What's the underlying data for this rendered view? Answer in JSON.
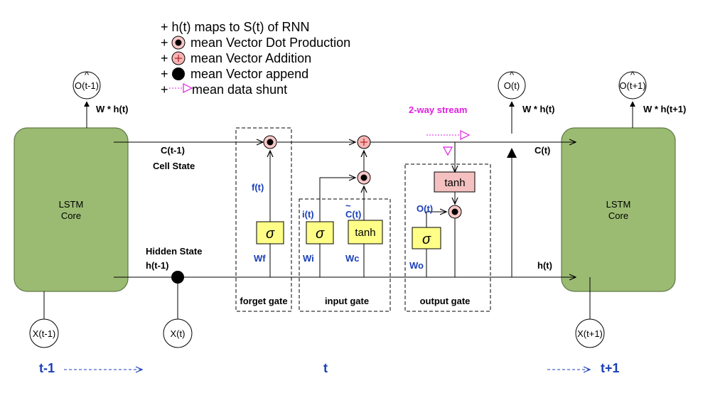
{
  "legend": {
    "line1": "+ h(t)  maps to S(t) of RNN",
    "line2_prefix": "+",
    "line2_text": "mean Vector Dot Production",
    "line3_prefix": "+",
    "line3_text": "mean Vector Addition",
    "line4_prefix": "+",
    "line4_text": "mean Vector append",
    "line5_prefix": "+",
    "line5_text": "mean data shunt"
  },
  "cores": {
    "left_label_1": "LSTM",
    "left_label_2": "Core",
    "right_label_1": "LSTM",
    "right_label_2": "Core"
  },
  "outputs": {
    "o_prev": "O(t-1)",
    "o_cur": "O(t)",
    "o_next": "O(t+1)",
    "w_prev": "W * h(t)",
    "w_cur": "W * h(t)",
    "w_next": "W * h(t+1)"
  },
  "inputs": {
    "x_prev": "X(t-1)",
    "x_cur": "X(t)",
    "x_next": "X(t+1)"
  },
  "states": {
    "c_prev": "C(t-1)",
    "cell_state": "Cell State",
    "hidden_state": "Hidden State",
    "h_prev": "h(t-1)",
    "c_cur": "C(t)",
    "h_cur": "h(t)",
    "two_way": "2-way stream"
  },
  "gates": {
    "forget_caption": "forget gate",
    "input_caption": "input gate",
    "output_caption": "output  gate",
    "sigma": "σ",
    "tanh": "tanh",
    "ft": "f(t)",
    "it": "i(t)",
    "ct": "C(t)",
    "ct_tilde": "~",
    "ot": "O(t)",
    "wf": "Wf",
    "wi": "Wi",
    "wc": "Wc",
    "wo": "Wo"
  },
  "timeline": {
    "t_prev": "t-1",
    "t_cur": "t",
    "t_next": "t+1"
  },
  "colors": {
    "core_fill": "#9bbb73",
    "core_stroke": "#5f7a45",
    "gate_fill": "#ffff88",
    "tanh_fill": "#f4c0c0",
    "add_fill": "#f8b4b4",
    "blue": "#1a3fb8",
    "magenta": "#e020e0"
  }
}
